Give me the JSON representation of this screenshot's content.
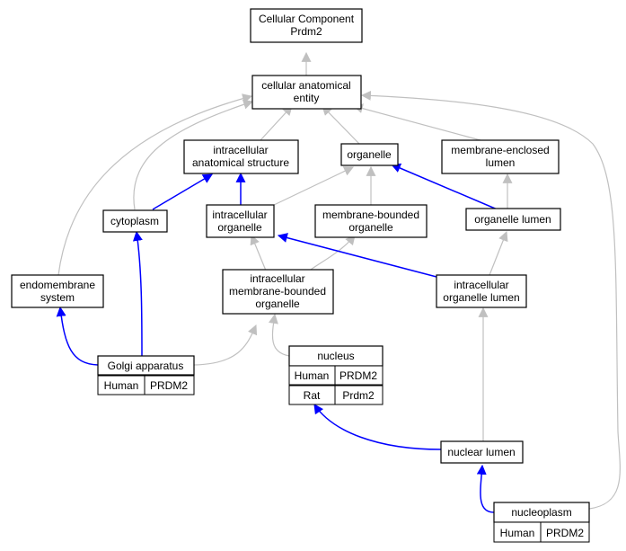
{
  "colors": {
    "gray_edge": "#c0c0c0",
    "blue_edge": "#0000ff",
    "human_cell": "#fa6443",
    "rat_cell": "#ffd700"
  },
  "nodes": {
    "root": {
      "line1": "Cellular Component",
      "line2": "Prdm2"
    },
    "cae": {
      "line1": "cellular anatomical",
      "line2": "entity"
    },
    "ias": {
      "line1": "intracellular",
      "line2": "anatomical structure"
    },
    "organelle": {
      "line1": "organelle"
    },
    "mel": {
      "line1": "membrane-enclosed",
      "line2": "lumen"
    },
    "cytoplasm": {
      "line1": "cytoplasm"
    },
    "io": {
      "line1": "intracellular",
      "line2": "organelle"
    },
    "mbo": {
      "line1": "membrane-bounded",
      "line2": "organelle"
    },
    "ol": {
      "line1": "organelle lumen"
    },
    "endo": {
      "line1": "endomembrane",
      "line2": "system"
    },
    "imbo": {
      "line1": "intracellular",
      "line2": "membrane-bounded",
      "line3": "organelle"
    },
    "iol": {
      "line1": "intracellular",
      "line2": "organelle lumen"
    },
    "golgi": {
      "line1": "Golgi apparatus",
      "species": "Human",
      "gene": "PRDM2"
    },
    "nucleus": {
      "line1": "nucleus",
      "rows": [
        {
          "species": "Human",
          "gene": "PRDM2"
        },
        {
          "species": "Rat",
          "gene": "Prdm2"
        }
      ]
    },
    "nl": {
      "line1": "nuclear lumen"
    },
    "np": {
      "line1": "nucleoplasm",
      "species": "Human",
      "gene": "PRDM2"
    }
  }
}
